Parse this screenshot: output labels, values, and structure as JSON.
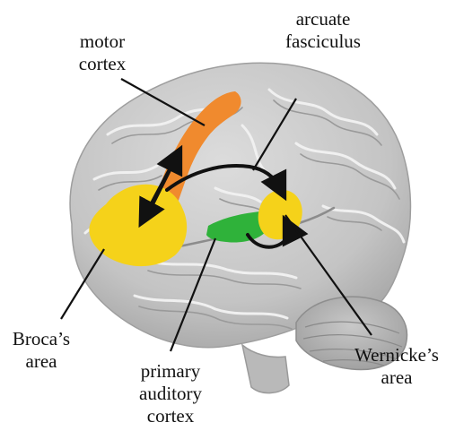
{
  "labels": {
    "motor_cortex": [
      "motor",
      "cortex"
    ],
    "arcuate_fasciculus": [
      "arcuate",
      "fasciculus"
    ],
    "brocas_area": [
      "Broca’s",
      "area"
    ],
    "primary_auditory_cortex": [
      "primary",
      "auditory",
      "cortex"
    ],
    "wernickes_area": [
      "Wernicke’s",
      "area"
    ]
  },
  "colors": {
    "brain_base": "#c9c9c9",
    "brain_shade": "#a9a9a9",
    "gyri_lines": "#ececec",
    "sulci_lines": "#9a9a9a",
    "motor_cortex": "#f08a2e",
    "brocas_area": "#f5d21a",
    "wernickes_area": "#f5d21a",
    "auditory_cortex": "#2fb23a",
    "arrows": "#111111",
    "leader_lines": "#111111"
  }
}
